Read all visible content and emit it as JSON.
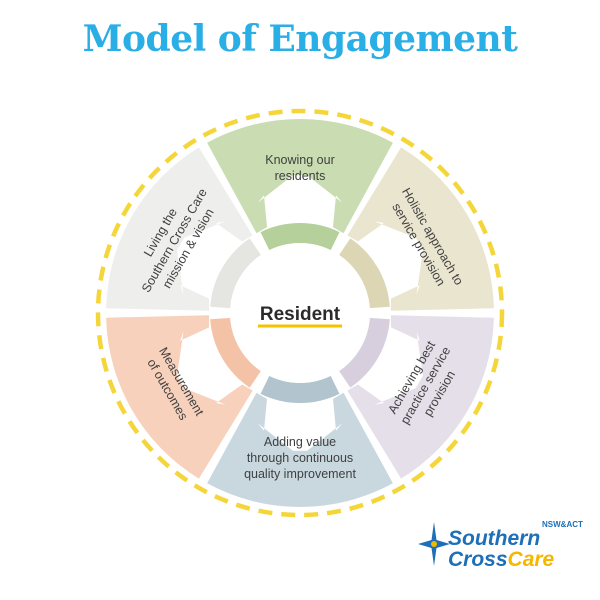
{
  "title": "Model of Engagement",
  "center": {
    "label": "Resident"
  },
  "segments": [
    {
      "id": "knowing",
      "lines": [
        "Knowing our",
        "residents"
      ],
      "color": "#c9dcb2",
      "inner_color": "#b6d09c"
    },
    {
      "id": "holistic",
      "lines": [
        "Holistic approach to",
        "service provision"
      ],
      "color": "#e9e5cf",
      "inner_color": "#dcd6b4"
    },
    {
      "id": "achieving",
      "lines": [
        "Achieving best",
        "practice service",
        "provision"
      ],
      "color": "#e5dfe9",
      "inner_color": "#d7cfdd"
    },
    {
      "id": "adding",
      "lines": [
        "Adding value",
        "through continuous",
        "quality improvement"
      ],
      "color": "#c9d8df",
      "inner_color": "#b2c5ce"
    },
    {
      "id": "measurement",
      "lines": [
        "Measurement",
        "of outcomes"
      ],
      "color": "#f7d1bb",
      "inner_color": "#f4c2a6"
    },
    {
      "id": "living",
      "lines": [
        "Living the",
        "Southern Cross Care",
        "mission & vision"
      ],
      "color": "#eeeeec",
      "inner_color": "#e5e5e2"
    }
  ],
  "colors": {
    "title": "#29aee6",
    "dashed_ring": "#f5d63a",
    "center_underline": "#f5c200"
  },
  "logo": {
    "small": "NSW&ACT",
    "line1": "Southern",
    "line2_a": "Cross",
    "line2_b": "Care"
  }
}
